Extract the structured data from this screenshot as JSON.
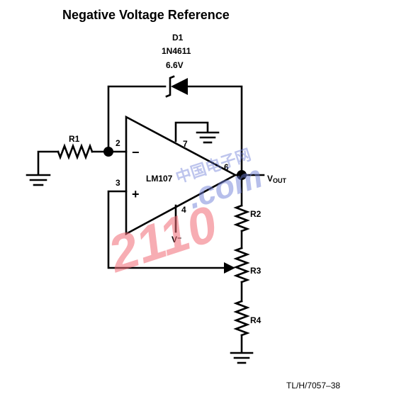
{
  "title": "Negative Voltage Reference",
  "diode": {
    "ref": "D1",
    "part": "1N4611",
    "rating": "6.6V"
  },
  "opamp": {
    "part": "LM107",
    "pin_inverting": "2",
    "pin_noninverting": "3",
    "pin_output": "6",
    "pin_compensation": "7",
    "pin_supply": "4",
    "sign_inverting": "−",
    "sign_noninverting": "+",
    "supply_label": "V⁻"
  },
  "resistors": {
    "r1": "R1",
    "r2": "R2",
    "r3": "R3",
    "r4": "R4"
  },
  "output": {
    "label_main": "V",
    "label_sub": "OUT"
  },
  "figure_id": "TL/H/7057–38",
  "watermark": {
    "text_a": "2110",
    "text_b": ".com",
    "text_c": "中国电子网"
  },
  "colors": {
    "line": "#000000",
    "watermark_red": "#f06a74",
    "watermark_blue": "#6f7fd8"
  }
}
